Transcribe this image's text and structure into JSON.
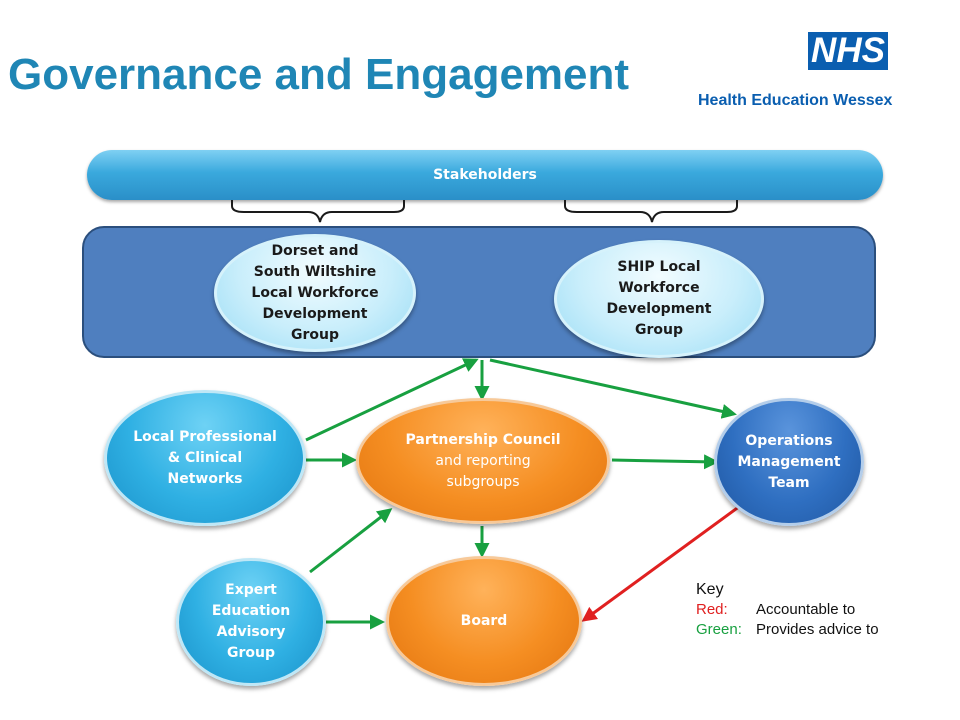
{
  "header": {
    "title": "Governance and Engagement",
    "logo_text": "NHS",
    "org_name": "Health Education Wessex"
  },
  "nodes": {
    "stakeholders": "Stakeholders",
    "dorset": "Dorset and\nSouth Wiltshire\nLocal Workforce\nDevelopment\nGroup",
    "ship": "SHIP Local\nWorkforce\nDevelopment\nGroup",
    "local_professional": "Local Professional\n& Clinical\nNetworks",
    "partnership_title": "Partnership Council",
    "partnership_sub": "and reporting\nsubgroups",
    "operations": "Operations\nManagement\nTeam",
    "expert": "Expert\nEducation\nAdvisory\nGroup",
    "board": "Board"
  },
  "key": {
    "title": "Key",
    "red_label": "Red:",
    "red_text": "Accountable to",
    "green_label": "Green:",
    "green_text": "Provides advice to"
  },
  "colors": {
    "title": "#1f86b5",
    "nhs_blue": "#0a5eb0",
    "accountable": "#e02020",
    "advice": "#18a040"
  }
}
